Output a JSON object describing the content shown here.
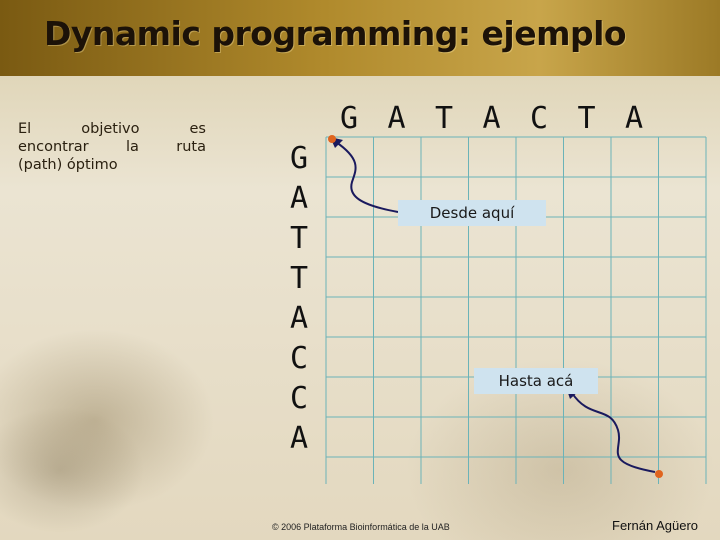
{
  "title": "Dynamic programming: ejemplo",
  "objective": {
    "words": [
      "El",
      "objetivo",
      "es",
      "encontrar",
      "la",
      "ruta",
      "(path)",
      "óptimo"
    ]
  },
  "sequences": {
    "top": [
      "G",
      "A",
      "T",
      "A",
      "C",
      "T",
      "A"
    ],
    "left": [
      "G",
      "A",
      "T",
      "T",
      "A",
      "C",
      "C",
      "A"
    ]
  },
  "annotations": {
    "start": "Desde aquí",
    "end": "Hasta acá"
  },
  "footer": {
    "copyright": "© 2006 Plataforma Bioinformática de la UAB",
    "author": "Fernán Agüero"
  },
  "colors": {
    "grid": "#6bb3b8",
    "curve": "#1a1a5e",
    "dot": "#e0641e",
    "label_bg": "#cfe3ef"
  }
}
